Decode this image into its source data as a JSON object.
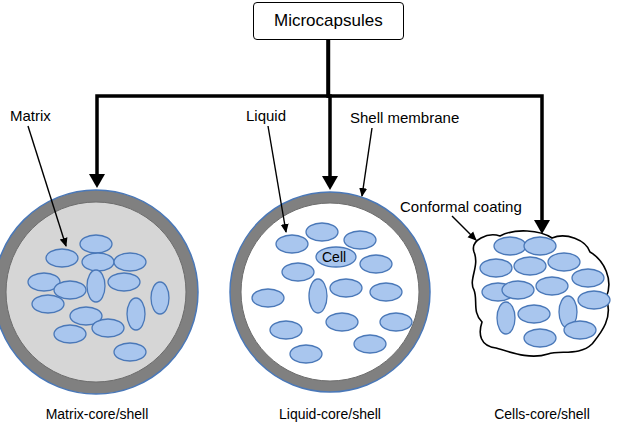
{
  "diagram": {
    "nodes": [
      {
        "text": [
          "Microcapsules"
        ]
      },
      {
        "text": [
          "Matrix-core/shell"
        ]
      },
      {
        "text": [
          "Liquid-core/shell"
        ]
      },
      {
        "text": [
          "Cells-core/shell"
        ]
      }
    ],
    "edges": [
      {
        "from": 0,
        "to": 1,
        "arrow": "to"
      },
      {
        "from": 0,
        "to": 2,
        "arrow": "to"
      },
      {
        "from": 0,
        "to": 3,
        "arrow": "to"
      }
    ],
    "labels": [
      "Matrix",
      "Liquid",
      "Shell membrane",
      "Cell",
      "Conformal coating"
    ]
  }
}
